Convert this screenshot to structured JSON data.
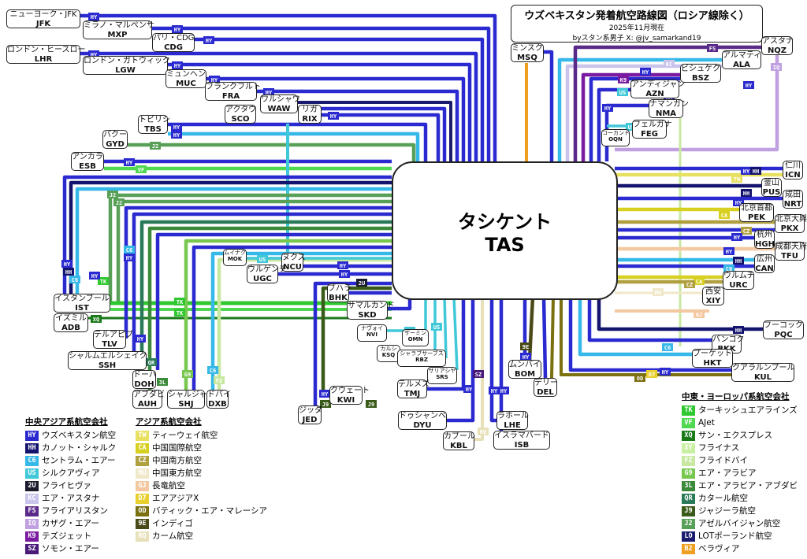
{
  "title": "ウズベキスタン発着航空路線図（ロシア線除く）",
  "date": "2025年11月現在",
  "author": "byスタン系男子 X: @jv_samarkand19",
  "hub": {
    "ja": "タシケント",
    "code": "TAS"
  },
  "airports": [
    {
      "id": "jfk",
      "ja": "ニューヨーク・JFK",
      "code": "JFK"
    },
    {
      "id": "mxp",
      "ja": "ミラノ・マルペンサ",
      "code": "MXP"
    },
    {
      "id": "cdg",
      "ja": "パリ・CDG",
      "code": "CDG"
    },
    {
      "id": "lhr",
      "ja": "ロンドン・ヒースロー",
      "code": "LHR"
    },
    {
      "id": "lgw",
      "ja": "ロンドン・ガトウィック",
      "code": "LGW"
    },
    {
      "id": "muc",
      "ja": "ミュンヘン",
      "code": "MUC"
    },
    {
      "id": "fra",
      "ja": "フランクフルト",
      "code": "FRA"
    },
    {
      "id": "waw",
      "ja": "ワルシャワ",
      "code": "WAW"
    },
    {
      "id": "sco",
      "ja": "アクタウ",
      "code": "SCO"
    },
    {
      "id": "rix",
      "ja": "リガ",
      "code": "RIX"
    },
    {
      "id": "tbs",
      "ja": "トビリシ",
      "code": "TBS"
    },
    {
      "id": "gyd",
      "ja": "バクー",
      "code": "GYD"
    },
    {
      "id": "esb",
      "ja": "アンカラ",
      "code": "ESB"
    },
    {
      "id": "msq",
      "ja": "ミンスク",
      "code": "MSQ"
    },
    {
      "id": "ala",
      "ja": "アルマティ",
      "code": "ALA"
    },
    {
      "id": "nqz",
      "ja": "アスタナ",
      "code": "NQZ"
    },
    {
      "id": "bsz",
      "ja": "ビシュケク",
      "code": "BSZ"
    },
    {
      "id": "azn",
      "ja": "アンディジャン",
      "code": "AZN"
    },
    {
      "id": "nma",
      "ja": "ナマンガン",
      "code": "NMA"
    },
    {
      "id": "feg",
      "ja": "フェルガナ",
      "code": "FEG"
    },
    {
      "id": "oqn",
      "ja": "コーカンド",
      "code": "OQN"
    },
    {
      "id": "icn",
      "ja": "仁川",
      "code": "ICN"
    },
    {
      "id": "pus",
      "ja": "釜山",
      "code": "PUS"
    },
    {
      "id": "nrt",
      "ja": "成田",
      "code": "NRT"
    },
    {
      "id": "pek",
      "ja": "北京首都",
      "code": "PEK"
    },
    {
      "id": "pkx",
      "ja": "北京大興",
      "code": "PKX"
    },
    {
      "id": "hgh",
      "ja": "杭州",
      "code": "HGH"
    },
    {
      "id": "tfu",
      "ja": "成都天府",
      "code": "TFU"
    },
    {
      "id": "can",
      "ja": "広州",
      "code": "CAN"
    },
    {
      "id": "urc",
      "ja": "ウルムチ",
      "code": "URC"
    },
    {
      "id": "xiy",
      "ja": "西安",
      "code": "XIY"
    },
    {
      "id": "pqc",
      "ja": "フーコック",
      "code": "PQC"
    },
    {
      "id": "bkk",
      "ja": "バンコク",
      "code": "BKK"
    },
    {
      "id": "hkt",
      "ja": "プーケット",
      "code": "HKT"
    },
    {
      "id": "kul",
      "ja": "クアラルンプール",
      "code": "KUL"
    },
    {
      "id": "mok",
      "ja": "ムイナク",
      "code": "MOK"
    },
    {
      "id": "ncu",
      "ja": "ヌクス",
      "code": "NCU"
    },
    {
      "id": "ugc",
      "ja": "ウルゲンチ",
      "code": "UGC"
    },
    {
      "id": "bhk",
      "ja": "ブハラ",
      "code": "BHK"
    },
    {
      "id": "skd",
      "ja": "サマルカンド",
      "code": "SKD"
    },
    {
      "id": "ist",
      "ja": "イスタンブール",
      "code": "IST"
    },
    {
      "id": "adb",
      "ja": "イズミル",
      "code": "ADB"
    },
    {
      "id": "tlv",
      "ja": "テルアビブ",
      "code": "TLV"
    },
    {
      "id": "ssh",
      "ja": "シャルムエルシェイク",
      "code": "SSH"
    },
    {
      "id": "doh",
      "ja": "ドーハ",
      "code": "DOH"
    },
    {
      "id": "auh",
      "ja": "アブダビ",
      "code": "AUH"
    },
    {
      "id": "shj",
      "ja": "シャルジャ",
      "code": "SHJ"
    },
    {
      "id": "dxb",
      "ja": "ドバイ",
      "code": "DXB"
    },
    {
      "id": "jed",
      "ja": "ジッダ",
      "code": "JED"
    },
    {
      "id": "kwi",
      "ja": "クウェート",
      "code": "KWI"
    },
    {
      "id": "nvi",
      "ja": "ナヴォイ",
      "code": "NVI"
    },
    {
      "id": "ksq",
      "ja": "カルシ",
      "code": "KSQ"
    },
    {
      "id": "omn",
      "ja": "ザーミン",
      "code": "OMN"
    },
    {
      "id": "rbz",
      "ja": "シャラブサーブス",
      "code": "RBZ"
    },
    {
      "id": "srs",
      "ja": "サリアシヤ",
      "code": "SRS"
    },
    {
      "id": "tmj",
      "ja": "テルメズ",
      "code": "TMJ"
    },
    {
      "id": "dyu",
      "ja": "ドゥシャンベ",
      "code": "DYU"
    },
    {
      "id": "kbl",
      "ja": "カブール",
      "code": "KBL"
    },
    {
      "id": "lhe",
      "ja": "ラホール",
      "code": "LHE"
    },
    {
      "id": "isb",
      "ja": "イスラマバード",
      "code": "ISB"
    },
    {
      "id": "bom",
      "ja": "ムンバイ",
      "code": "BOM"
    },
    {
      "id": "del",
      "ja": "デリー",
      "code": "DEL"
    }
  ],
  "legend": {
    "central_asia": {
      "heading": "中央アジア系航空会社",
      "items": [
        {
          "code": "HY",
          "name": "ウズベキスタン航空",
          "color": "#2a2ad0"
        },
        {
          "code": "HH",
          "name": "カノット・シャルク",
          "color": "#14146e"
        },
        {
          "code": "C6",
          "name": "セントラム・エアー",
          "color": "#36b8e8"
        },
        {
          "code": "US",
          "name": "シルクアヴィア",
          "color": "#40c8d8"
        },
        {
          "code": "2U",
          "name": "フライヒヴァ",
          "color": "#1a1a2e"
        },
        {
          "code": "KC",
          "name": "エア・アスタナ",
          "color": "#c8c4ec"
        },
        {
          "code": "FS",
          "name": "フライアリスタン",
          "color": "#5a2a8a"
        },
        {
          "code": "IQ",
          "name": "カザグ・エアー",
          "color": "#c0a0e0"
        },
        {
          "code": "K9",
          "name": "テズジェット",
          "color": "#7a1aa0"
        },
        {
          "code": "SZ",
          "name": "ソモン・エアー",
          "color": "#4a1a7a"
        }
      ]
    },
    "asia": {
      "heading": "アジア系航空会社",
      "items": [
        {
          "code": "TW",
          "name": "ティーウェイ航空",
          "color": "#e8e060"
        },
        {
          "code": "CA",
          "name": "中国国際航空",
          "color": "#d8d020"
        },
        {
          "code": "CZ",
          "name": "中国南方航空",
          "color": "#b0a040"
        },
        {
          "code": "MU",
          "name": "中国東方航空",
          "color": "#f0e8c8"
        },
        {
          "code": "GJ",
          "name": "長竜航空",
          "color": "#f4c8a0"
        },
        {
          "code": "D7",
          "name": "エアアジアX",
          "color": "#e8d030"
        },
        {
          "code": "OD",
          "name": "バティック・エア・マレーシア",
          "color": "#7a7010"
        },
        {
          "code": "9E",
          "name": "インディゴ",
          "color": "#4a4a18"
        },
        {
          "code": "RQ",
          "name": "カーム航空",
          "color": "#e8e0b8"
        }
      ]
    },
    "middle_east_europe": {
      "heading": "中東・ヨーロッパ系航空会社",
      "items": [
        {
          "code": "TK",
          "name": "ターキッシュエアラインズ",
          "color": "#30c830"
        },
        {
          "code": "VF",
          "name": "AJet",
          "color": "#50d850"
        },
        {
          "code": "XQ",
          "name": "サン・エクスプレス",
          "color": "#1a7a1a"
        },
        {
          "code": "XY",
          "name": "フライナス",
          "color": "#c8f0a0"
        },
        {
          "code": "FZ",
          "name": "フライドバイ",
          "color": "#c8e8a0"
        },
        {
          "code": "G9",
          "name": "エア・アラビア",
          "color": "#78c850"
        },
        {
          "code": "3L",
          "name": "エア・アラビア・アブダビ",
          "color": "#3a8a3a"
        },
        {
          "code": "QR",
          "name": "カタール航空",
          "color": "#2a7a5a"
        },
        {
          "code": "J9",
          "name": "ジャジーラ航空",
          "color": "#3a5a1a"
        },
        {
          "code": "J2",
          "name": "アゼルバイジャン航空",
          "color": "#58a058"
        },
        {
          "code": "LO",
          "name": "LOTポーランド航空",
          "color": "#1a1a6e"
        },
        {
          "code": "B2",
          "name": "ベラヴィア",
          "color": "#f0a020"
        }
      ]
    }
  }
}
